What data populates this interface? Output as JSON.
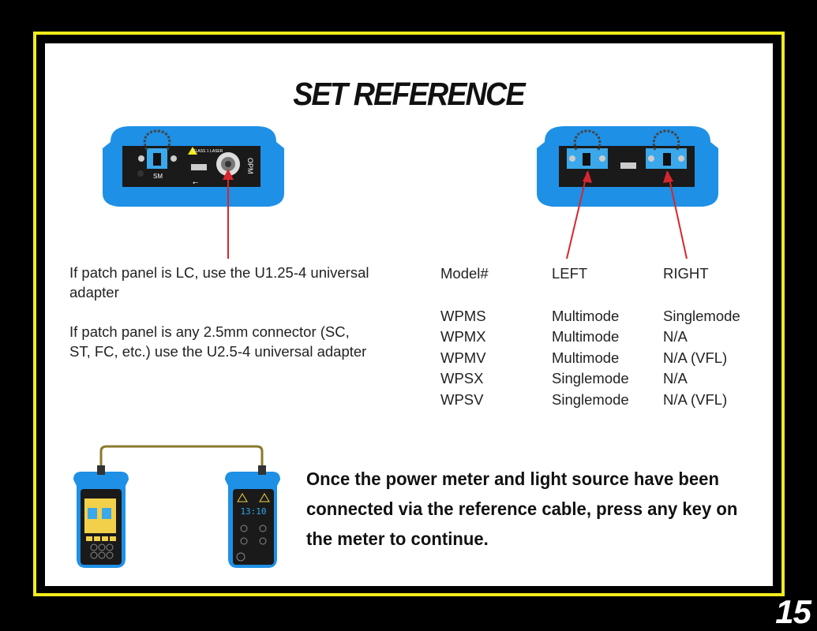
{
  "title": "SET REFERENCE",
  "device_left": {
    "label_laser": "CLASS 1 LASER",
    "label_sm": "SM",
    "label_opm": "OPM"
  },
  "adapter_info": {
    "line1": "If patch panel is LC, use the U1.25-4 universal adapter",
    "line2": "If patch panel is any 2.5mm connector (SC, ST, FC, etc.) use the U2.5-4 universal adapter"
  },
  "model_table": {
    "headers": [
      "Model#",
      "LEFT",
      "RIGHT"
    ],
    "rows": [
      [
        "WPMS",
        "Multimode",
        "Singlemode"
      ],
      [
        "WPMX",
        "Multimode",
        "N/A"
      ],
      [
        "WPMV",
        "Multimode",
        "N/A (VFL)"
      ],
      [
        "WPSX",
        "Singlemode",
        "N/A"
      ],
      [
        "WPSV",
        "Singlemode",
        "N/A (VFL)"
      ]
    ]
  },
  "source_display": "13:10",
  "instruction": "Once the power meter and light source have been connected via the reference cable, press any key on the meter to continue.",
  "page_number": "15",
  "colors": {
    "device_blue": "#1e90e6",
    "frame_yellow": "#f2ec1c",
    "arrow_red": "#d8262e"
  }
}
